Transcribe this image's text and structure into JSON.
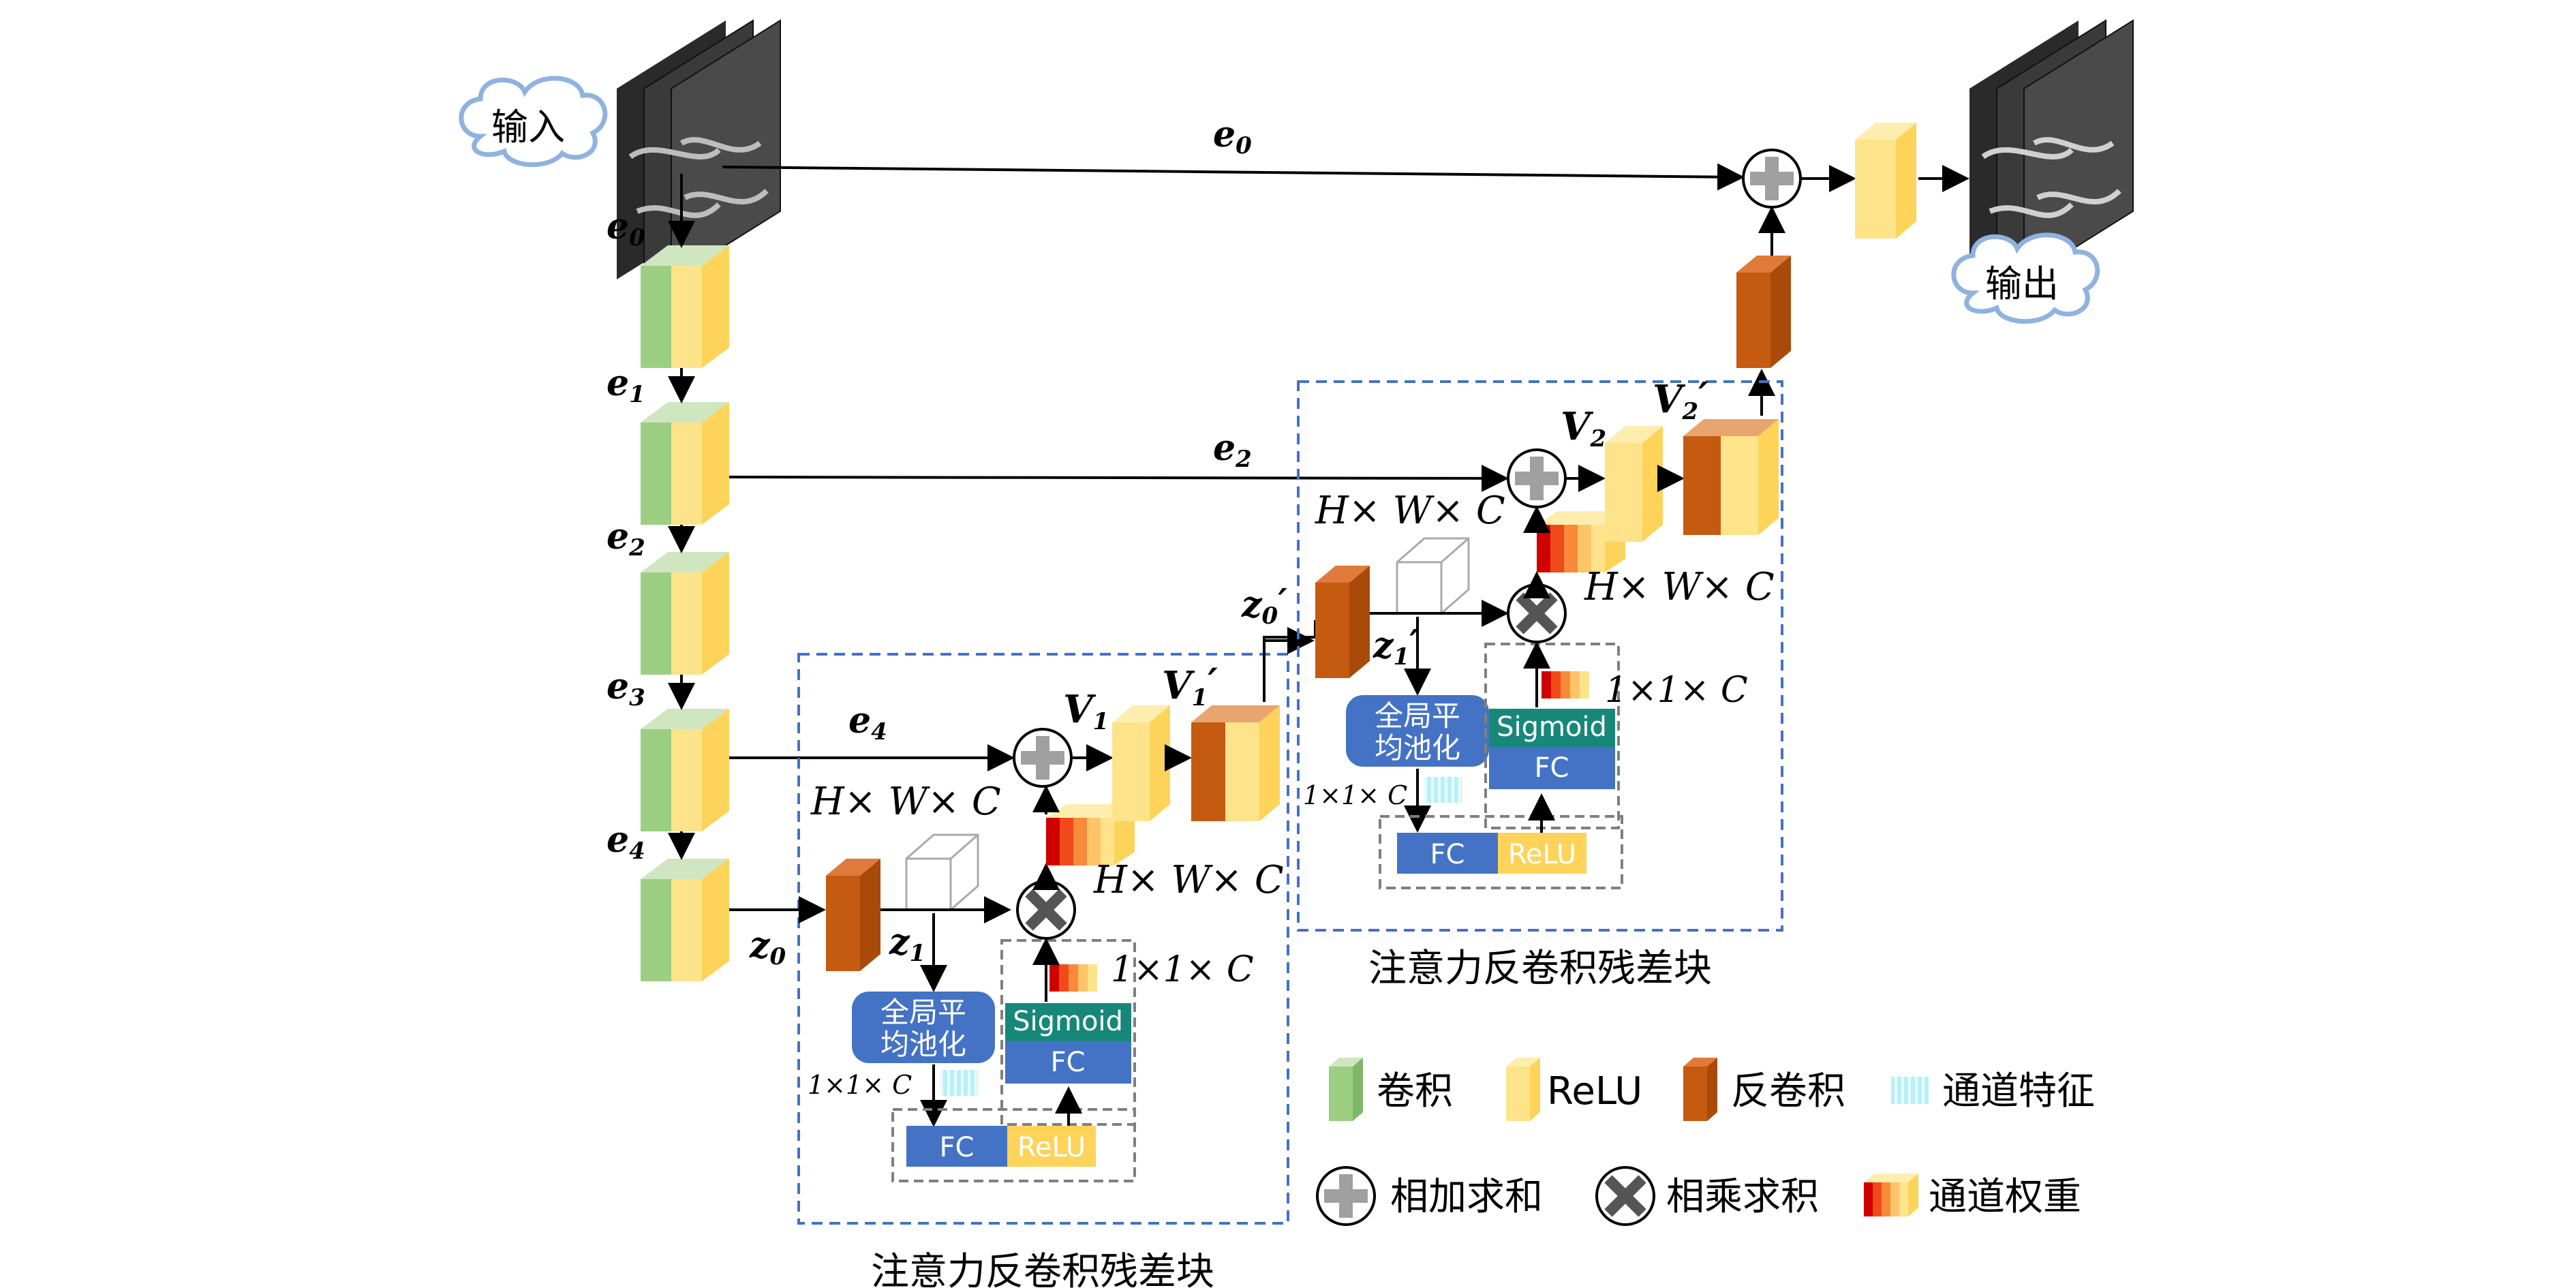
{
  "colors": {
    "conv": "#9cce84",
    "relu": "#fde38a",
    "deconv": "#c55a11",
    "channel_feature": "#b7f0f6",
    "block_border": "#4472c4",
    "inner_border": "#7f7f7f",
    "op_gray": "#a0a0a0",
    "pool_box": "#4472c4",
    "sigmoid_box": "#17877a"
  },
  "labels": {
    "input_cloud": "输入",
    "output_cloud": "输出",
    "e0": "e",
    "e0_sub": "0",
    "e1_sub": "1",
    "e2_sub": "2",
    "e3_sub": "3",
    "e4_sub": "4",
    "z0": "z",
    "z0_sub": "0",
    "z0_prime": "′",
    "z1_sub": "1",
    "v": "V",
    "v1_sub": "1",
    "v2_sub": "2",
    "prime": "′",
    "hwc": "H× W× C",
    "one_one_c": "1×1× C",
    "one_one_c_small": "1×1× C",
    "gap": "全局平\n均池化",
    "gap_line1": "全局平",
    "gap_line2": "均池化",
    "sigmoid": "Sigmoid",
    "fc": "FC",
    "relu": "ReLU",
    "block_caption": "注意力反卷积残差块"
  },
  "legend": {
    "conv": "卷积",
    "relu": "ReLU",
    "deconv": "反卷积",
    "channel_feature": "通道特征",
    "add": "相加求和",
    "multiply": "相乘求积",
    "channel_weight": "通道权重"
  }
}
